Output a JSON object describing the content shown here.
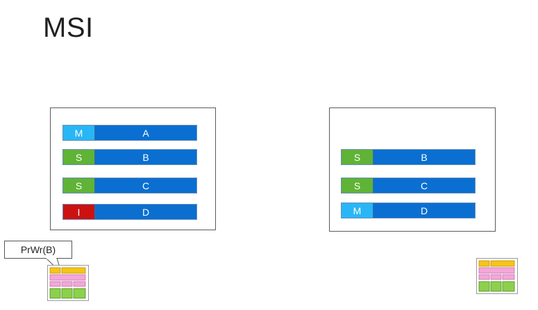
{
  "slide": {
    "title": "MSI"
  },
  "state_colors": {
    "M": "#29b6f6",
    "S": "#5fb336",
    "I": "#cc1111"
  },
  "caches": {
    "left": {
      "lines": [
        {
          "state": "M",
          "block": "A"
        },
        {
          "state": "S",
          "block": "B"
        },
        {
          "state": "S",
          "block": "C"
        },
        {
          "state": "I",
          "block": "D"
        }
      ]
    },
    "right": {
      "lines": [
        {
          "state": "S",
          "block": "B"
        },
        {
          "state": "S",
          "block": "C"
        },
        {
          "state": "M",
          "block": "D"
        }
      ]
    }
  },
  "callout": {
    "text": "PrWr(B)"
  },
  "processor_icon": {
    "name": "processor-chip-icon",
    "colors": {
      "top": "#f5c518",
      "middle": "#f4a6d9",
      "bottom": "#8bd14a"
    }
  }
}
